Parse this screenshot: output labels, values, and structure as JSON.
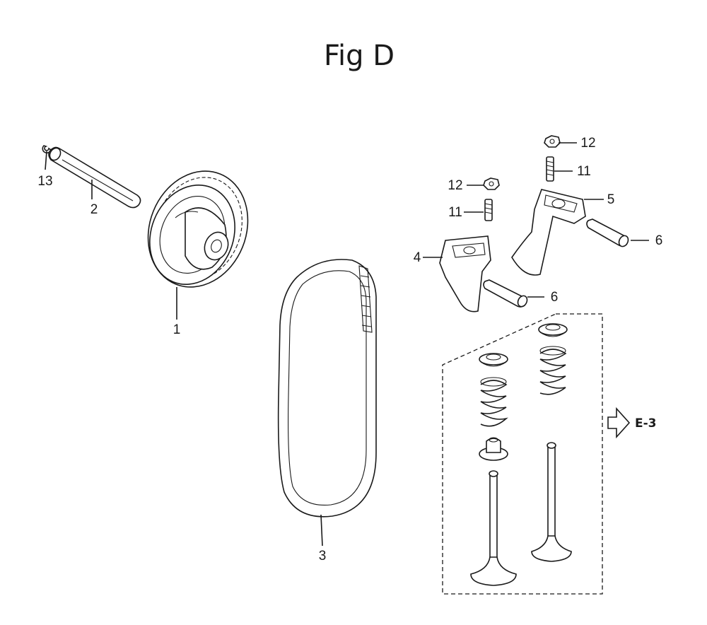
{
  "figure": {
    "title": "Fig D"
  },
  "callouts": {
    "c1": "1",
    "c2": "2",
    "c3": "3",
    "c4": "4",
    "c5": "5",
    "c6a": "6",
    "c6b": "6",
    "c11a": "11",
    "c11b": "11",
    "c12a": "12",
    "c12b": "12",
    "c13": "13"
  },
  "reference": {
    "label": "E-3"
  }
}
